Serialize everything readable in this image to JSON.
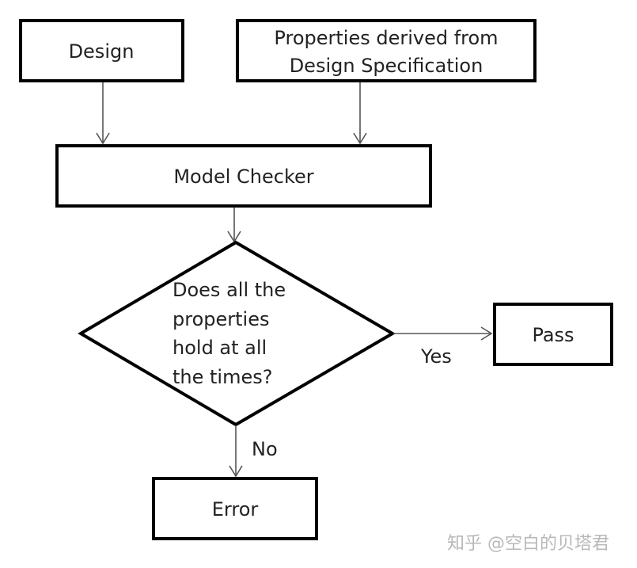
{
  "nodes": {
    "design": {
      "label": "Design"
    },
    "properties": {
      "line1": "Properties derived from",
      "line2": "Design Specification"
    },
    "model_checker": {
      "label": "Model Checker"
    },
    "decision": {
      "line1": "Does all the",
      "line2": "properties",
      "line3": "hold at all",
      "line4": "the times?"
    },
    "pass": {
      "label": "Pass"
    },
    "error": {
      "label": "Error"
    }
  },
  "edges": {
    "yes_label": "Yes",
    "no_label": "No"
  },
  "watermark": "知乎 @空白的贝塔君"
}
